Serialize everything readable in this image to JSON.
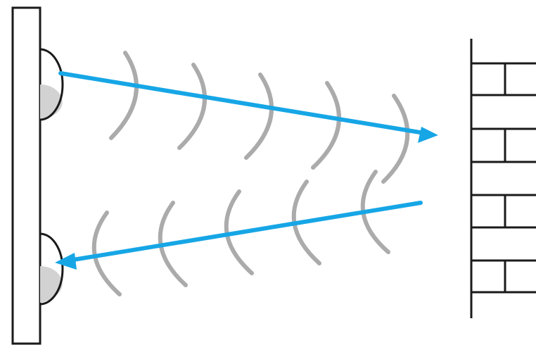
{
  "diagram": {
    "kind": "ultrasonic-echo",
    "components": [
      "sensor-board",
      "transmitter",
      "receiver",
      "brick-wall"
    ],
    "emitted_wave_count": 5,
    "echo_wave_count": 5,
    "colors": {
      "outline": "#1a1a1a",
      "signal_arrow": "#16a6e6",
      "sound_wave": "#ababab",
      "transducer_shade": "#d2d2d2",
      "background": "#ffffff"
    },
    "icons": {
      "emitted_signal": "arrow-right",
      "echo_signal": "arrow-left",
      "waves": "sound-wave-arc"
    }
  }
}
